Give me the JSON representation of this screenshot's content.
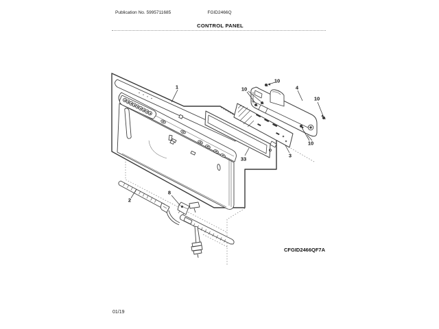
{
  "page": {
    "background": "#ffffff",
    "line_color": "#444444",
    "accent": "#111111"
  },
  "header": {
    "publication_no": "Publication No. 5995711685",
    "model": "FGID2466Q",
    "section_title": "CONTROL PANEL"
  },
  "diagram": {
    "variant_code": "CFGID2466QF7A",
    "callouts": [
      {
        "id": "part-1",
        "text": "1"
      },
      {
        "id": "part-2",
        "text": "2"
      },
      {
        "id": "part-3",
        "text": "3"
      },
      {
        "id": "part-4",
        "text": "4"
      },
      {
        "id": "part-8",
        "text": "8"
      },
      {
        "id": "part-10-top",
        "text": "10"
      },
      {
        "id": "part-10-left",
        "text": "10"
      },
      {
        "id": "part-10-right",
        "text": "10"
      },
      {
        "id": "part-10-bottom",
        "text": "10"
      },
      {
        "id": "part-33",
        "text": "33"
      }
    ]
  },
  "footer": {
    "date_code": "01/19"
  }
}
